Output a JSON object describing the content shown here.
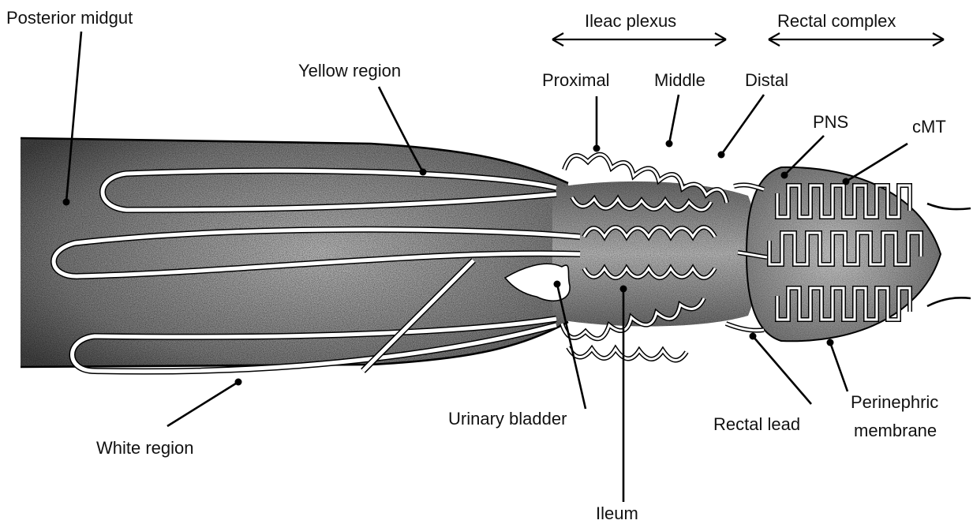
{
  "labels": {
    "posterior_midgut": "Posterior midgut",
    "yellow_region": "Yellow region",
    "white_region": "White region",
    "ileac_plexus": "Ileac plexus",
    "rectal_complex": "Rectal complex",
    "proximal": "Proximal",
    "middle": "Middle",
    "distal": "Distal",
    "pns": "PNS",
    "cmt": "cMT",
    "urinary_bladder": "Urinary bladder",
    "ileum": "Ileum",
    "rectal_lead": "Rectal lead",
    "perinephric_line1": "Perinephric",
    "perinephric_line2": "membrane"
  },
  "colors": {
    "ink": "#000000",
    "label": "#111111",
    "background": "#ffffff"
  }
}
